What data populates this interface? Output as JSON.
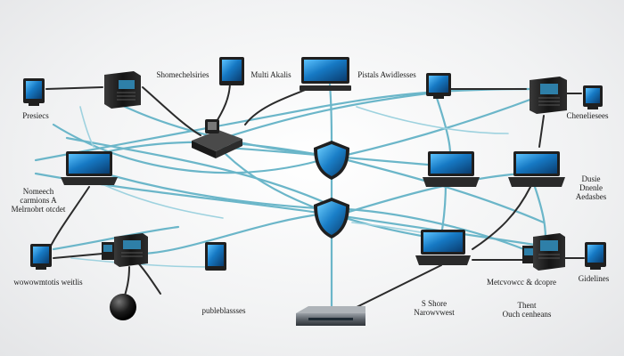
{
  "labels": {
    "top_center_left": "Shomechelsiries",
    "top_center": "Multi Akalis",
    "top_center_right": "Pistals Awidlesses",
    "left_top": "Presiecs",
    "left_mid": "Nomeech\ncarmions A\nMelrnobrt otcdet",
    "left_bottom": "wowowmtotis weitlis",
    "bottom_center_left": "publeblassses",
    "bottom_center_right": "S Shore\nNarowvwest",
    "bottom_right_a": "Metcvowcc & dcopre",
    "bottom_right_b": "Thent\nOuch cenheans",
    "right_top": "Cheneliesees",
    "right_mid": "Dusie\nDnenle\nAedasbes",
    "right_bottom": "Gidelines"
  },
  "colors": {
    "link_blue": "#6bb6c9",
    "link_blue_light": "#9ed2df",
    "link_dark": "#2b2b2b",
    "screen": "#1679c4",
    "device": "#1f1f1f"
  }
}
